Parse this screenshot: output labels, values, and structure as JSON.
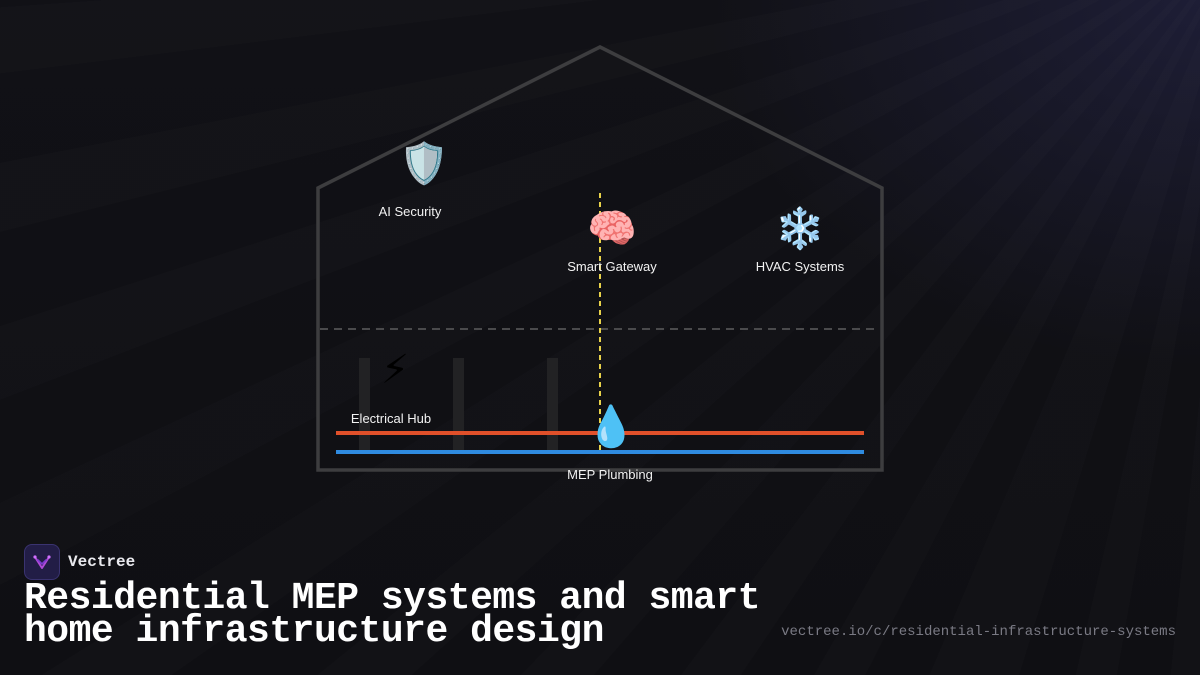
{
  "diagram": {
    "nodes": {
      "ai_security": {
        "icon": "shield-icon",
        "emoji": "🛡️",
        "label": "AI Security"
      },
      "smart_gateway": {
        "icon": "brain-icon",
        "emoji": "🧠",
        "label": "Smart Gateway"
      },
      "hvac": {
        "icon": "snowflake-icon",
        "emoji": "❄️",
        "label": "HVAC Systems"
      },
      "electrical": {
        "icon": "lightning-icon",
        "emoji": "⚡",
        "label": "Electrical Hub"
      },
      "plumbing": {
        "icon": "water-drop-icon",
        "emoji": "💧",
        "label": "MEP Plumbing"
      }
    },
    "colors": {
      "house_outline": "#3d3d3f",
      "floor_divider": "#4a4a4c",
      "vertical_riser": "#e8d24a",
      "hot_pipe": "#e0502a",
      "cold_pipe": "#2f8be0",
      "studs": "#222224"
    }
  },
  "brand": {
    "name": "Vectree",
    "logo_color": "#b04ad8"
  },
  "title": "Residential MEP systems and smart home infrastructure design",
  "url": "vectree.io/c/residential-infrastructure-systems"
}
